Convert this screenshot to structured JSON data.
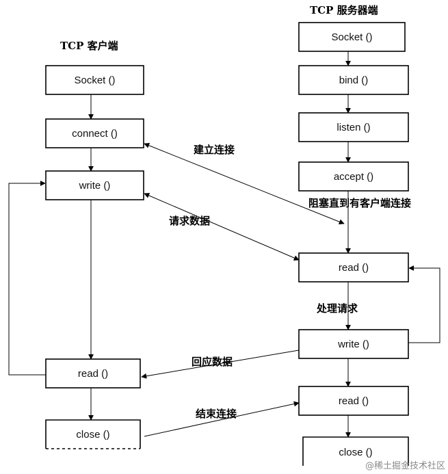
{
  "client": {
    "title": "TCP 客户端",
    "socket": "Socket ()",
    "connect": "connect ()",
    "write": "write ()",
    "read": "read ()",
    "close": "close ()"
  },
  "server": {
    "title": "TCP 服务器端",
    "socket": "Socket ()",
    "bind": "bind ()",
    "listen": "listen ()",
    "accept": "accept ()",
    "read1": "read ()",
    "write": "write ()",
    "read2": "read ()",
    "close": "close ()"
  },
  "labels": {
    "establish": "建立连接",
    "blocking": "阻塞直到有客户端连接",
    "request": "请求数据",
    "process": "处理请求",
    "respond": "回应数据",
    "finish": "结束连接"
  },
  "watermark": "@稀土掘金技术社区"
}
